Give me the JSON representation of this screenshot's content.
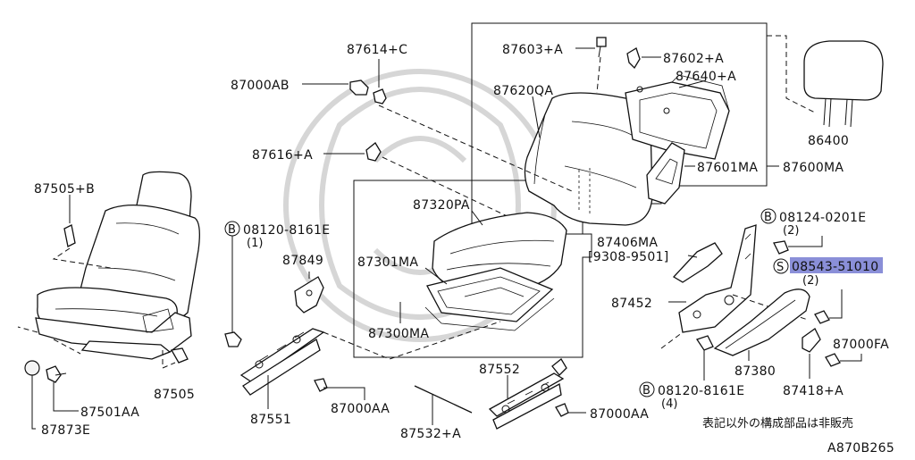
{
  "labels": {
    "87614C": "87614+C",
    "87000AB": "87000AB",
    "87616A": "87616+A",
    "87603A": "87603+A",
    "87602A": "87602+A",
    "87640A": "87640+A",
    "87620QA": "87620QA",
    "87601MA": "87601MA",
    "87600MA": "87600MA",
    "86400": "86400",
    "87505B": "87505+B",
    "87505": "87505",
    "87501AA": "87501AA",
    "87873E": "87873E",
    "bolt1_num": "08120-8161E",
    "bolt1_qty": "(1)",
    "87849": "87849",
    "87551": "87551",
    "87000AA_a": "87000AA",
    "87320PA": "87320PA",
    "87301MA": "87301MA",
    "87300MA": "87300MA",
    "87406MA": "87406MA",
    "87406MA_range": "[9308-9501]",
    "87452": "87452",
    "87552": "87552",
    "87532A": "87532+A",
    "87000AA_b": "87000AA",
    "bolt2_num": "08124-0201E",
    "bolt2_qty": "(2)",
    "screw_num": "08543-51010",
    "screw_qty": "(2)",
    "87000FA": "87000FA",
    "87380": "87380",
    "87418A": "87418+A",
    "bolt3_num": "08120-8161E",
    "bolt3_qty": "(4)",
    "note_jp": "表記以外の構成部品は非販売",
    "diagram_code": "A870B265"
  },
  "markers": {
    "bolt_B": "B",
    "screw_S": "S"
  },
  "colors": {
    "highlight": "#8a8fd8",
    "line": "#111111"
  }
}
